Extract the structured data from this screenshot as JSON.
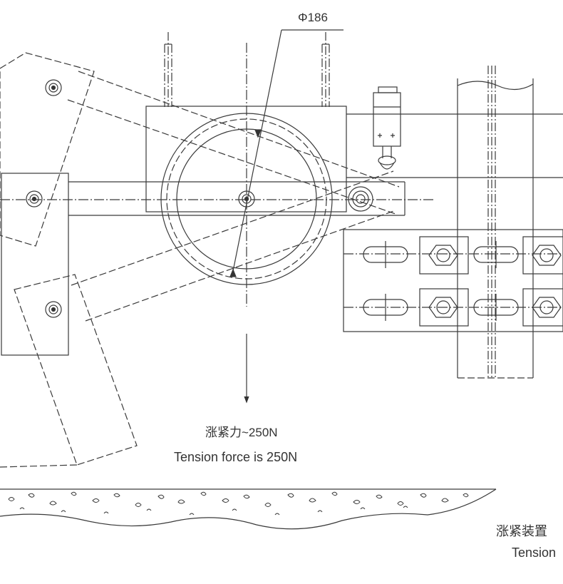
{
  "dimension_label": "Φ186",
  "force_label_zh": "涨紧力~250N",
  "force_label_en": "Tension force is 250N",
  "device_label_zh": "涨紧装置",
  "device_label_en": "Tension",
  "line_color": "#3a3a3a",
  "text_color": "#333333"
}
